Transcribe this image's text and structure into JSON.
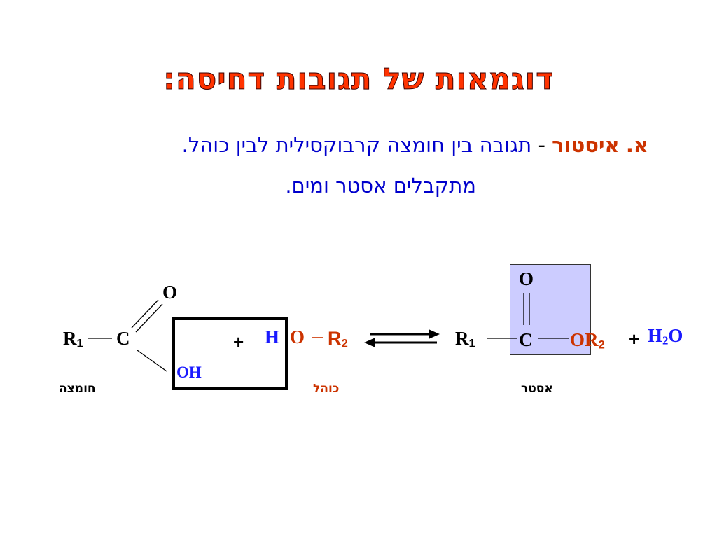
{
  "title": "דוגמאות של תגובות דחיסה:",
  "intro": {
    "label": "א.",
    "term": "איסטור",
    "dash": "-",
    "line1_rest": "תגובה בין חומצה קרבוקסילית לבין כוהל.",
    "line2": "מתקבלים אסטר ומים."
  },
  "reaction": {
    "acid": {
      "r": "R",
      "r_sub": "1",
      "c": "C",
      "o": "O",
      "oh": "OH",
      "label": "חומצה"
    },
    "plus1": "+",
    "alcohol": {
      "h": "H",
      "o": "O",
      "bond": "–",
      "r": "R",
      "r_sub": "2",
      "label": "כוהל"
    },
    "ester": {
      "r": "R",
      "r_sub": "1",
      "c": "C",
      "o": "O",
      "or": "OR",
      "or_sub": "2",
      "label": "אסטר"
    },
    "plus2": "+",
    "water": {
      "h": "H",
      "h_sub": "2",
      "o": "O"
    }
  },
  "colors": {
    "title": "#ff3300",
    "text_blue": "#0000cc",
    "term_orange": "#cc3300",
    "highlight_box": "#ccccff"
  }
}
